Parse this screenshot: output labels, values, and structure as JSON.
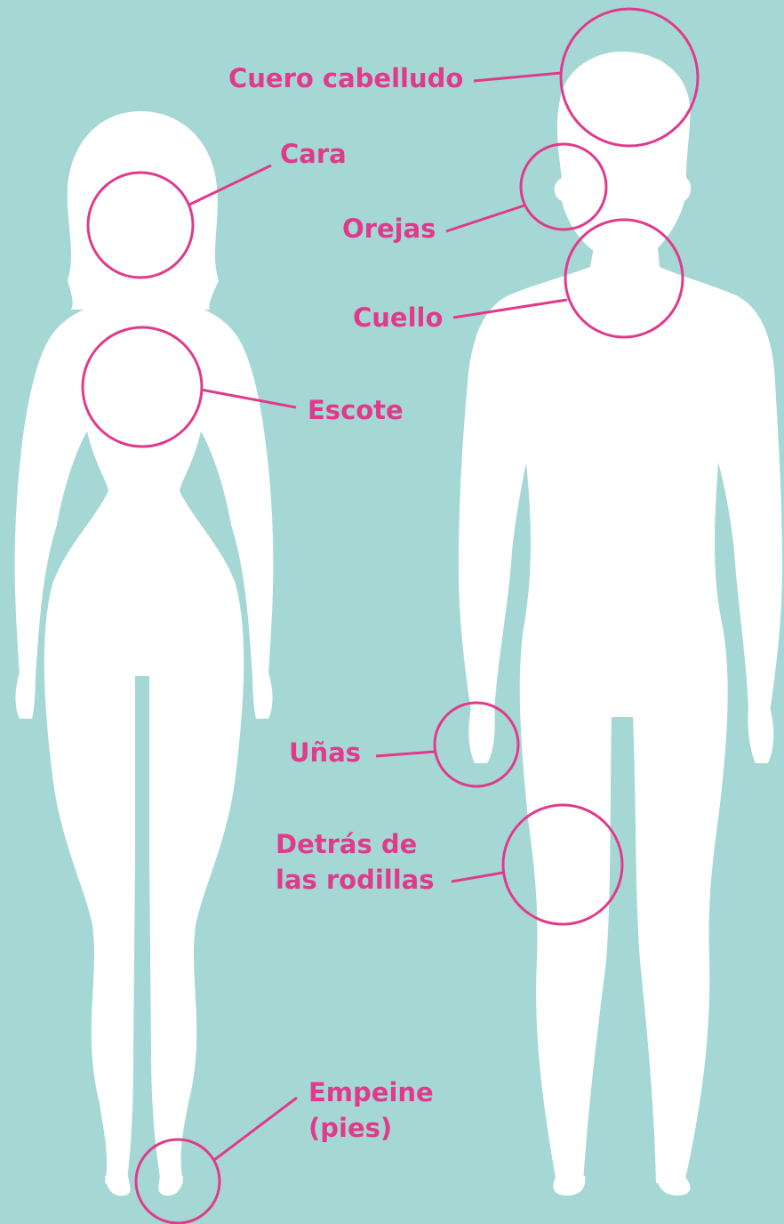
{
  "colors": {
    "background": "#a5d8d5",
    "silhouette": "#ffffff",
    "accent": "#e03a8c"
  },
  "labels": {
    "cuero_cabelludo": "Cuero cabelludo",
    "cara": "Cara",
    "orejas": "Orejas",
    "cuello": "Cuello",
    "escote": "Escote",
    "unas": "Uñas",
    "detras_rodillas_line1": "Detrás de",
    "detras_rodillas_line2": "las rodillas",
    "empeine_line1": "Empeine",
    "empeine_line2": "(pies)"
  }
}
